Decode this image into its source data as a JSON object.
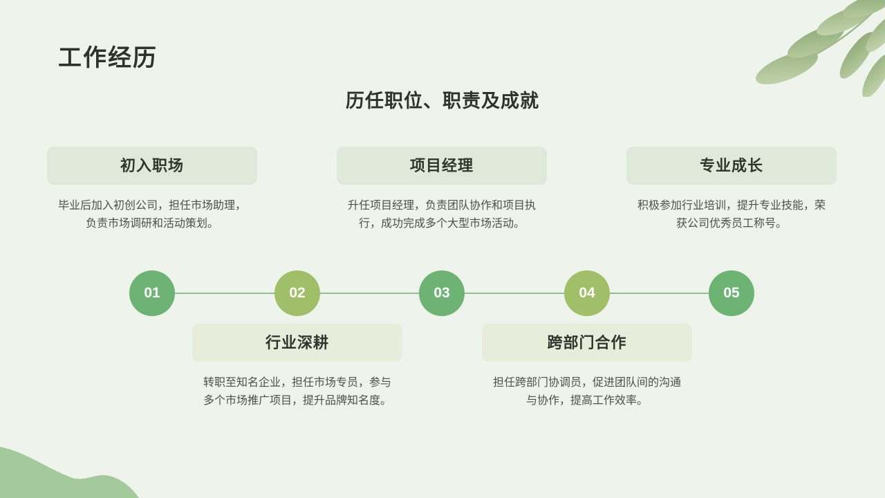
{
  "slide": {
    "title": "工作经历",
    "subtitle": "历任职位、职责及成就"
  },
  "timeline": {
    "items": [
      {
        "number": "01",
        "title": "初入职场",
        "description": "毕业后加入初创公司，担任市场助理，负责市场调研和活动策划。",
        "position": "top"
      },
      {
        "number": "02",
        "title": "行业深耕",
        "description": "转职至知名企业，担任市场专员，参与多个市场推广项目，提升品牌知名度。",
        "position": "bottom"
      },
      {
        "number": "03",
        "title": "项目经理",
        "description": "升任项目经理，负责团队协作和项目执行，成功完成多个大型市场活动。",
        "position": "top"
      },
      {
        "number": "04",
        "title": "跨部门合作",
        "description": "担任跨部门协调员，促进团队间的沟通与协作，提高工作效率。",
        "position": "bottom"
      },
      {
        "number": "05",
        "title": "专业成长",
        "description": "积极参加行业培训，提升专业技能，荣获公司优秀员工称号。",
        "position": "top"
      }
    ]
  },
  "colors": {
    "background": "#eef3ec",
    "accent_green": "#6cb374",
    "accent_olive": "#a1bf68",
    "chip_top": "#dfe9da",
    "chip_bottom": "#e8ecdb",
    "timeline_line": "#8cc08e",
    "title_text": "#2d342b",
    "body_text": "#4b5249",
    "leaf_decoration": "#a9c294",
    "corner_blob": "#a3c99c"
  },
  "decorations": {
    "top_right": "watercolor-leaf-branch",
    "bottom_left": "organic-green-blob"
  }
}
